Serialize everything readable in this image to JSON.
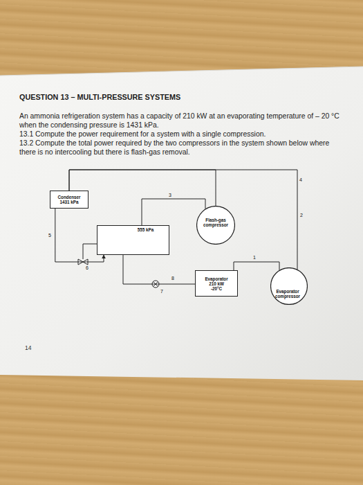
{
  "diagram": {
    "title": "QUESTION 13 – MULTI-PRESSURE SYSTEMS",
    "nodes": [
      {
        "text": [
          "Condenser",
          "1431 kPa"
        ]
      },
      {
        "text": [
          "555 kPa"
        ]
      },
      {
        "text": [
          "Flash-gas compressor"
        ]
      },
      {
        "text": [
          "Evaporator",
          "210 kW",
          "-20°C"
        ]
      },
      {
        "text": [
          "Evaporator compressor"
        ]
      }
    ],
    "edges": [
      {
        "from": 0,
        "to": 1,
        "arrow": "to"
      },
      {
        "from": 1,
        "to": 2,
        "arrow": "none"
      },
      {
        "from": 2,
        "to": 0,
        "arrow": "none"
      },
      {
        "from": 4,
        "to": 0,
        "arrow": "none"
      },
      {
        "from": 1,
        "to": 3,
        "arrow": "none"
      },
      {
        "from": 3,
        "to": 4,
        "arrow": "none"
      }
    ],
    "labels": [
      "An ammonia refrigeration system has a capacity of 210 kW at an evaporating temperature of – 20 °C when the condensing pressure is 1431 kPa.",
      "13.1 Compute the power requirement for a system with a single compression.",
      "13.2 Compute the total power required by the two compressors in the system shown below where there is no intercooling but there is flash-gas removal.",
      "5",
      "6",
      "3",
      "4",
      "2",
      "1",
      "7",
      "8",
      "14"
    ]
  }
}
